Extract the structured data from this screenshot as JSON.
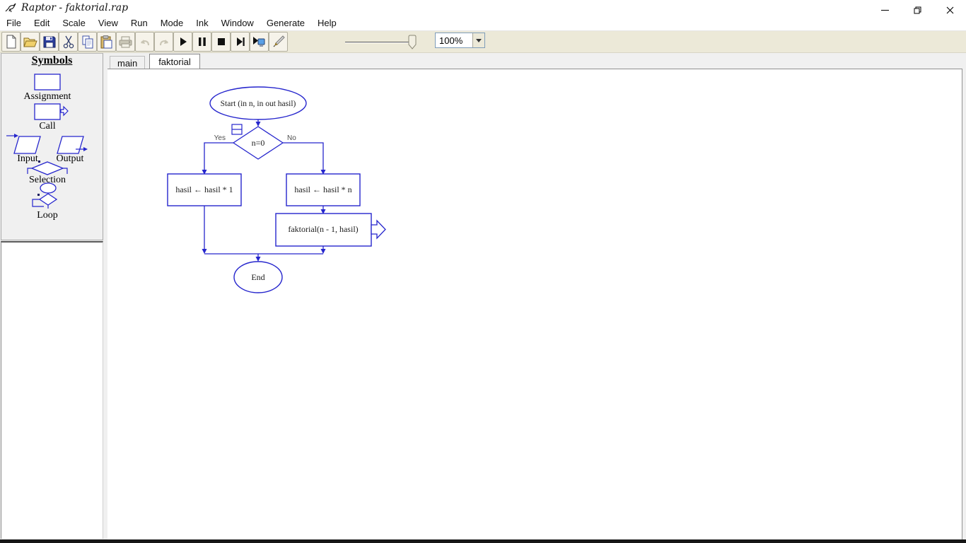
{
  "window": {
    "title": "Raptor - faktorial.rap"
  },
  "menu": {
    "items": [
      "File",
      "Edit",
      "Scale",
      "View",
      "Run",
      "Mode",
      "Ink",
      "Window",
      "Generate",
      "Help"
    ]
  },
  "toolbar": {
    "zoom_value": "100%",
    "icons": [
      "new-page",
      "open-folder",
      "save-floppy",
      "cut-scissors",
      "copy-pages",
      "paste-clipboard",
      "print-printer",
      "undo-arrow",
      "redo-arrow",
      "play",
      "pause",
      "stop",
      "step-to-next",
      "run-to-end",
      "ink-pen"
    ],
    "background_color": "#ece9d8"
  },
  "symbols": {
    "title": "Symbols",
    "items": [
      "Assignment",
      "Call",
      "Input",
      "Output",
      "Selection",
      "Loop"
    ]
  },
  "tabs": {
    "items": [
      {
        "label": "main"
      },
      {
        "label": "faktorial",
        "selected": true
      }
    ]
  },
  "flowchart": {
    "start": "Start (in n, in out hasil)",
    "condition": "n=0",
    "yes": "Yes",
    "no": "No",
    "assign_left": "hasil ← hasil * 1",
    "assign_right": "hasil ← hasil * n",
    "call": "faktorial(n - 1, hasil)",
    "end": "End",
    "line_color": "#2626cd"
  }
}
